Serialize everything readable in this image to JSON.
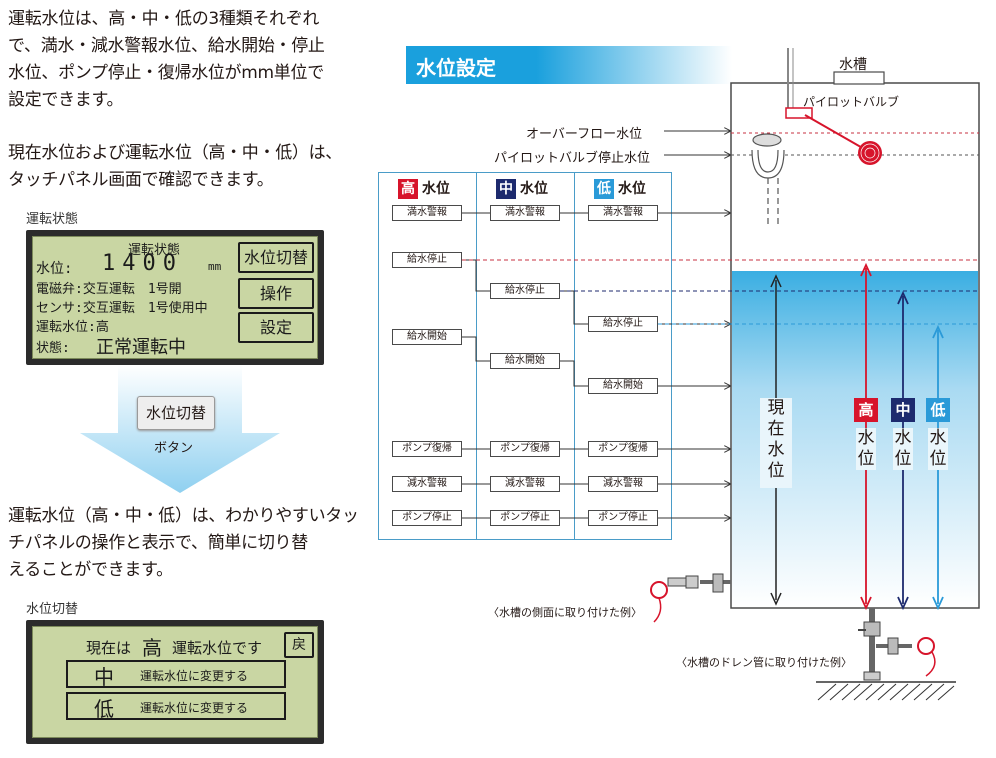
{
  "intro_text": [
    "運転水位は、高・中・低の3種類それぞれ",
    "で、満水・減水警報水位、給水開始・停止",
    "水位、ポンプ停止・復帰水位がmm単位で",
    "設定できます。"
  ],
  "status_text": [
    "現在水位および運転水位（高・中・低）は、",
    "タッチパネル画面で確認できます。"
  ],
  "status_caption": "運転状態",
  "lcd1": {
    "title": "運転状態",
    "level_label": "水位:",
    "level_value": "1400",
    "level_unit": "mm",
    "valve_line": "電磁弁:交互運転　1号開",
    "sensor_line": "センサ:交互運転　1号使用中",
    "mode_line": "運転水位:高",
    "state_label": "状態:",
    "state_value": "正常運転中",
    "btn_switch": "水位切替",
    "btn_operate": "操作",
    "btn_settings": "設定"
  },
  "middle_button": "水位切替",
  "middle_button_caption": "ボタン",
  "switch_text": [
    "運転水位（高・中・低）は、わかりやすいタッ",
    "チパネルの操作と表示で、簡単に切り替",
    "えることができます。"
  ],
  "switch_caption": "水位切替",
  "lcd2": {
    "current_prefix": "現在は",
    "current_level": "高",
    "current_suffix": "運転水位です",
    "back_btn": "戻",
    "opt1_level": "中",
    "opt1_text": "運転水位に変更する",
    "opt2_level": "低",
    "opt2_text": "運転水位に変更する"
  },
  "diagram": {
    "title": "水位設定",
    "tank_label": "水槽",
    "pilot_valve": "パイロットバルブ",
    "overflow": "オーバーフロー水位",
    "pilot_stop": "パイロットバルブ停止水位",
    "columns": [
      {
        "tag": "高",
        "label": "水位",
        "color": "#d7142b"
      },
      {
        "tag": "中",
        "label": "水位",
        "color": "#1d2a6e"
      },
      {
        "tag": "低",
        "label": "水位",
        "color": "#2a9ad8"
      }
    ],
    "boxes": {
      "full_alarm": "満水警報",
      "supply_stop": "給水停止",
      "supply_start": "給水開始",
      "pump_resume": "ポンプ復帰",
      "low_alarm": "減水警報",
      "pump_stop": "ポンプ停止"
    },
    "current_level": [
      "現",
      "在",
      "水",
      "位"
    ],
    "level_chars": [
      "水",
      "位"
    ],
    "side_mount": "〈水槽の側面に取り付けた例〉",
    "drain_mount": "〈水槽のドレン管に取り付けた例〉",
    "colors": {
      "high": "#d7142b",
      "mid": "#1d2a6e",
      "low": "#2a9ad8",
      "title_bar": "#1aa0dd"
    }
  }
}
